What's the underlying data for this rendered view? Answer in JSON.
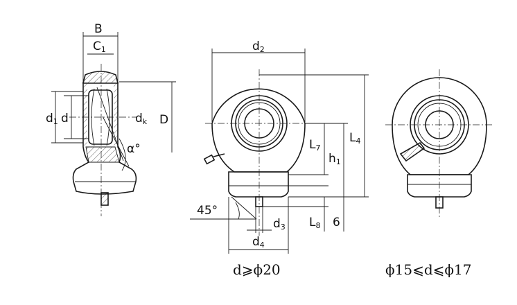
{
  "side_view": {
    "B": "B",
    "C": "C",
    "C_sub": "1",
    "d1": "d",
    "d1_sub": "1",
    "d": "d",
    "dk": "d",
    "dk_sub": "k",
    "D": "D",
    "alpha": "α°"
  },
  "front_view": {
    "d2": "d",
    "d2_sub": "2",
    "L7": "L",
    "L7_sub": "7",
    "h1": "h",
    "h1_sub": "1",
    "L4": "L",
    "L4_sub": "4",
    "angle": "45°",
    "d3": "d",
    "d3_sub": "3",
    "L8": "L",
    "L8_sub": "8",
    "six": "6",
    "d4": "d",
    "d4_sub": "4"
  },
  "captions": {
    "left": "d⩾ϕ20",
    "right": "ϕ15⩽d⩽ϕ17"
  }
}
